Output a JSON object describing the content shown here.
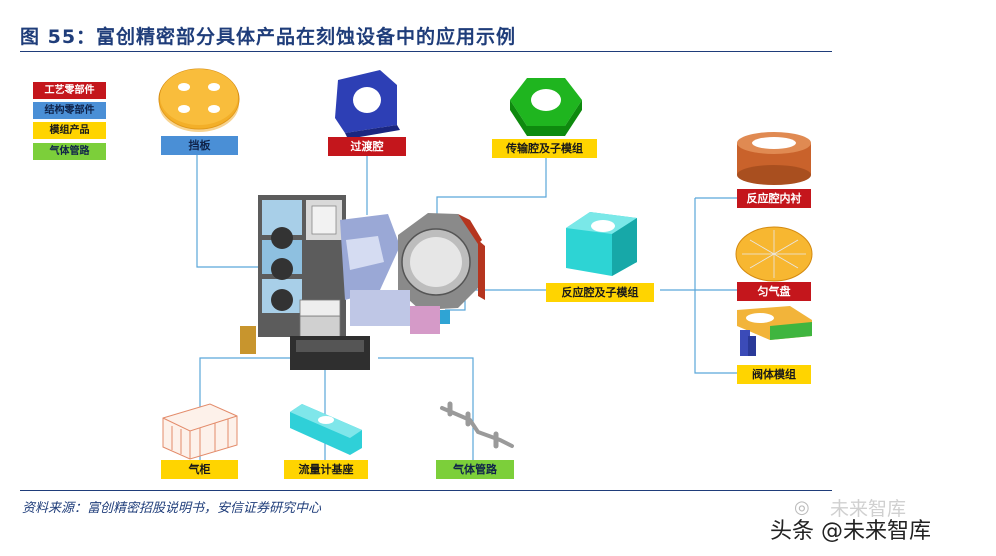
{
  "title": "图 55：富创精密部分具体产品在刻蚀设备中的应用示例",
  "legend": [
    {
      "label": "工艺零部件",
      "color": "#c4161c"
    },
    {
      "label": "结构零部件",
      "color": "#4a8fd6"
    },
    {
      "label": "模组产品",
      "color": "#ffd400"
    },
    {
      "label": "气体管路",
      "color": "#7ccf3a"
    }
  ],
  "products": {
    "dangban": "挡板",
    "guodu": "过渡腔",
    "chuanshu": "传输腔及子模组",
    "fanying_mozu": "反应腔及子模组",
    "neichen": "反应腔内衬",
    "yunqipan": "匀气盘",
    "fati": "阀体模组",
    "qigui": "气柜",
    "liuliang": "流量计基座",
    "guanlu": "气体管路"
  },
  "source": "资料来源：富创精密招股说明书，安信证券研究中心",
  "watermark": {
    "brand": "未来智库",
    "account": "头条 @未来智库"
  },
  "colors": {
    "title": "#1f3d7a",
    "process": "#c4161c",
    "structure": "#4a8fd6",
    "module": "#ffd400",
    "gas": "#7ccf3a",
    "connector": "#5ba6d9"
  }
}
